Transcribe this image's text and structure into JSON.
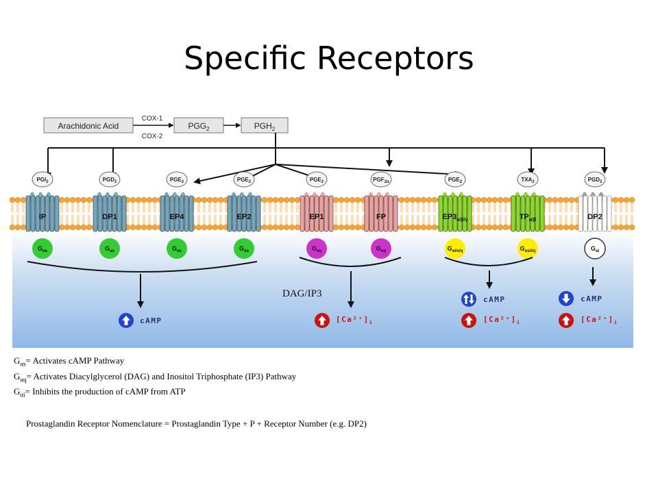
{
  "title": "Specific Receptors",
  "pathway": {
    "arachidonic": "Arachidonic Acid",
    "cox1": "COX-1",
    "cox2": "COX-2",
    "pgg2_base": "PGG",
    "pgh2_base": "PGH",
    "sub2": "2"
  },
  "receptors": [
    {
      "name": "IP",
      "ligand": "PGI",
      "ligand_sub": "2",
      "g": "G",
      "g_sub": "αs",
      "color": "#6fa8c0",
      "gcolor": "#33cc33"
    },
    {
      "name": "DP1",
      "ligand": "PGD",
      "ligand_sub": "2",
      "g": "G",
      "g_sub": "αs",
      "color": "#6fa8c0",
      "gcolor": "#33cc33"
    },
    {
      "name": "EP4",
      "ligand": "PGE",
      "ligand_sub": "2",
      "g": "G",
      "g_sub": "αs",
      "color": "#6fa8c0",
      "gcolor": "#33cc33"
    },
    {
      "name": "EP2",
      "ligand": "PGE",
      "ligand_sub": "2",
      "g": "G",
      "g_sub": "αs",
      "color": "#6fa8c0",
      "gcolor": "#33cc33"
    },
    {
      "name": "EP1",
      "ligand": "PGE",
      "ligand_sub": "2",
      "g": "G",
      "g_sub": "αq",
      "color": "#f0a0a0",
      "gcolor": "#cc33cc"
    },
    {
      "name": "FP",
      "ligand": "PGF",
      "ligand_sub": "2α",
      "g": "G",
      "g_sub": "αq",
      "color": "#f0a0a0",
      "gcolor": "#cc33cc"
    },
    {
      "name": "EP3",
      "name_sub": "α/β/γ",
      "ligand": "PGE",
      "ligand_sub": "2",
      "g": "G",
      "g_sub": "αi/s/q",
      "color": "#88dd22",
      "gcolor": "#ffee00"
    },
    {
      "name": "TP",
      "name_sub": "α/β",
      "ligand": "TXA",
      "ligand_sub": "2",
      "g": "G",
      "g_sub": "αs/i/q",
      "color": "#88dd22",
      "gcolor": "#ffee00"
    },
    {
      "name": "DP2",
      "ligand": "PGD",
      "ligand_sub": "2",
      "g": "G",
      "g_sub": "αi",
      "color": "#ffffff",
      "gcolor": "#ffffff"
    }
  ],
  "effects": {
    "camp": "cAMP",
    "ca_text": "[Ca²⁺]",
    "ca_sub": "i",
    "dag_ip3": "DAG/IP3"
  },
  "colors": {
    "up_arrow": "#cc1111",
    "camp_arrow": "#2244cc",
    "effect_text": "#223377",
    "ca_color": "#cc1111"
  },
  "legend": [
    {
      "g": "G",
      "sub": "αs",
      "text": "= Activates cAMP Pathway"
    },
    {
      "g": "G",
      "sub": "αq",
      "text": "= Activates Diacylglycerol  (DAG) and Inositol Triphosphate  (IP3) Pathway"
    },
    {
      "g": "G",
      "sub": "αi",
      "text": "= Inhibits the production of cAMP from ATP"
    }
  ],
  "note": "Prostaglandin Receptor Nomenclature = Prostaglandin Type + P + Receptor Number (e.g. DP2)"
}
